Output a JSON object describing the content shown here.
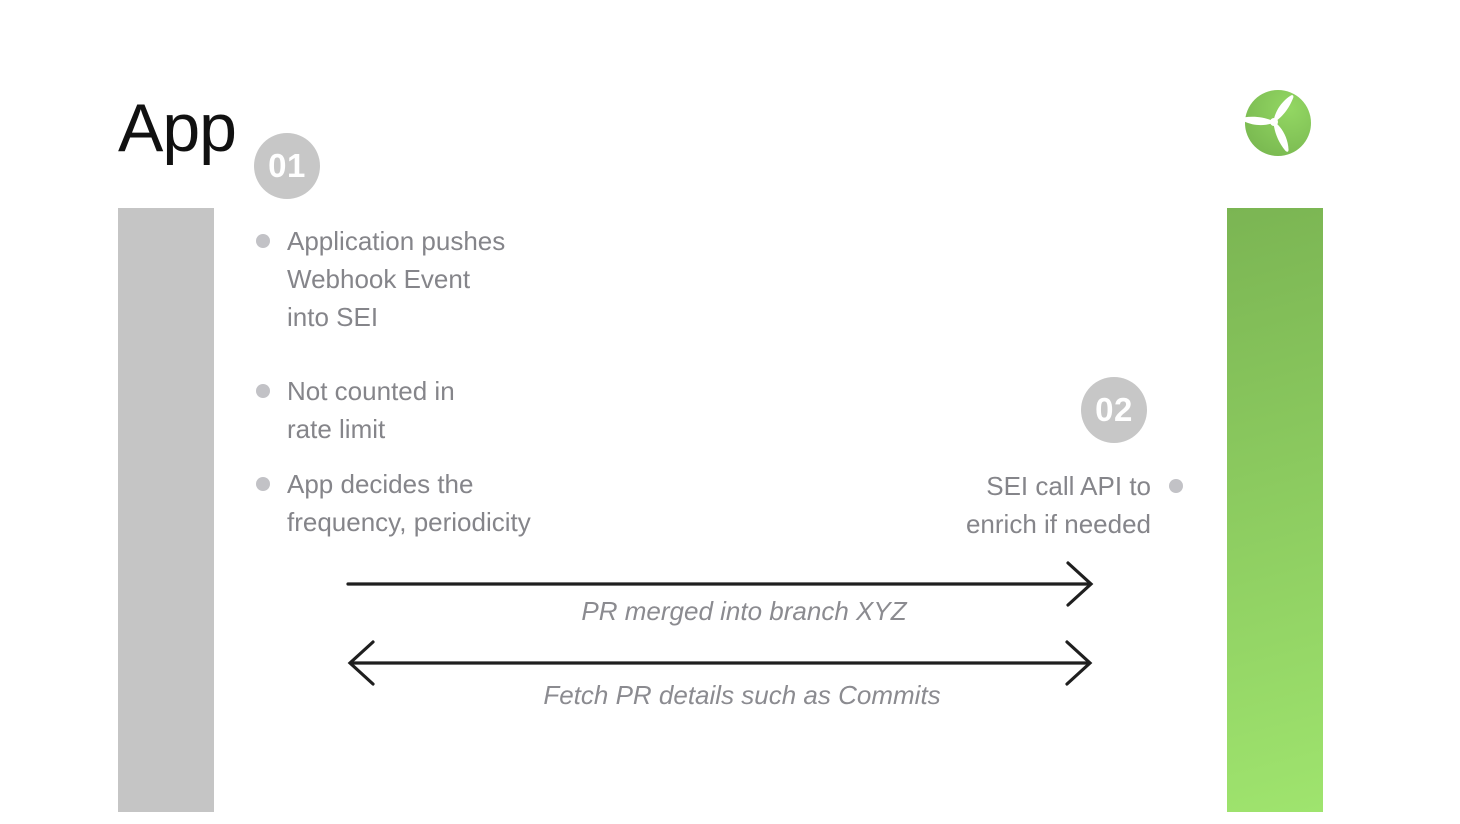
{
  "title": "App",
  "badges": {
    "step1": "01",
    "step2": "02"
  },
  "step1_items": [
    {
      "lines": [
        "Application pushes",
        "Webhook Event",
        "into SEI"
      ]
    },
    {
      "lines": [
        "Not counted in",
        "rate limit"
      ]
    },
    {
      "lines": [
        "App decides the",
        "frequency, periodicity"
      ]
    }
  ],
  "step2_items": [
    {
      "lines": [
        "SEI call API to",
        "enrich if needed"
      ]
    }
  ],
  "arrows": {
    "forward_label": "PR merged into branch XYZ",
    "backward_label": "Fetch PR details such as Commits"
  },
  "icons": {
    "logo": "propeller-icon"
  },
  "colors": {
    "accent_green_top": "#7bb553",
    "accent_green_bottom": "#9fe46e",
    "logo_green_light": "#93d763",
    "logo_green_dark": "#72b04b",
    "neutral_bar": "#c5c5c5",
    "badge_bg": "#c7c7c7",
    "text_gray": "#85858a",
    "dot_gray": "#c2c2c6",
    "arrow_black": "#1f1f1f",
    "title_black": "#111111"
  }
}
